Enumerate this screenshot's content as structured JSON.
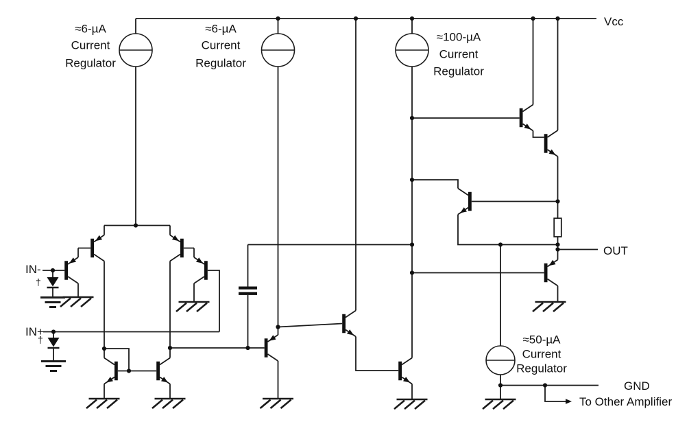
{
  "schematic": {
    "power": {
      "vcc": "Vcc",
      "out": "OUT",
      "gnd": "GND",
      "to_other_amplifier": "To Other Amplifier"
    },
    "inputs": {
      "inverting": "IN-",
      "noninverting": "IN+",
      "clamp_note_marker": "†"
    },
    "regulators": [
      {
        "id": "input-bias-left",
        "value": "≈6-µA",
        "line2": "Current",
        "line3": "Regulator"
      },
      {
        "id": "input-bias-right",
        "value": "≈6-µA",
        "line2": "Current",
        "line3": "Regulator"
      },
      {
        "id": "second-stage-bias",
        "value": "≈100-µA",
        "line2": "Current",
        "line3": "Regulator"
      },
      {
        "id": "output-sink-bias",
        "value": "≈50-µA",
        "line2": "Current",
        "line3": "Regulator"
      }
    ]
  }
}
